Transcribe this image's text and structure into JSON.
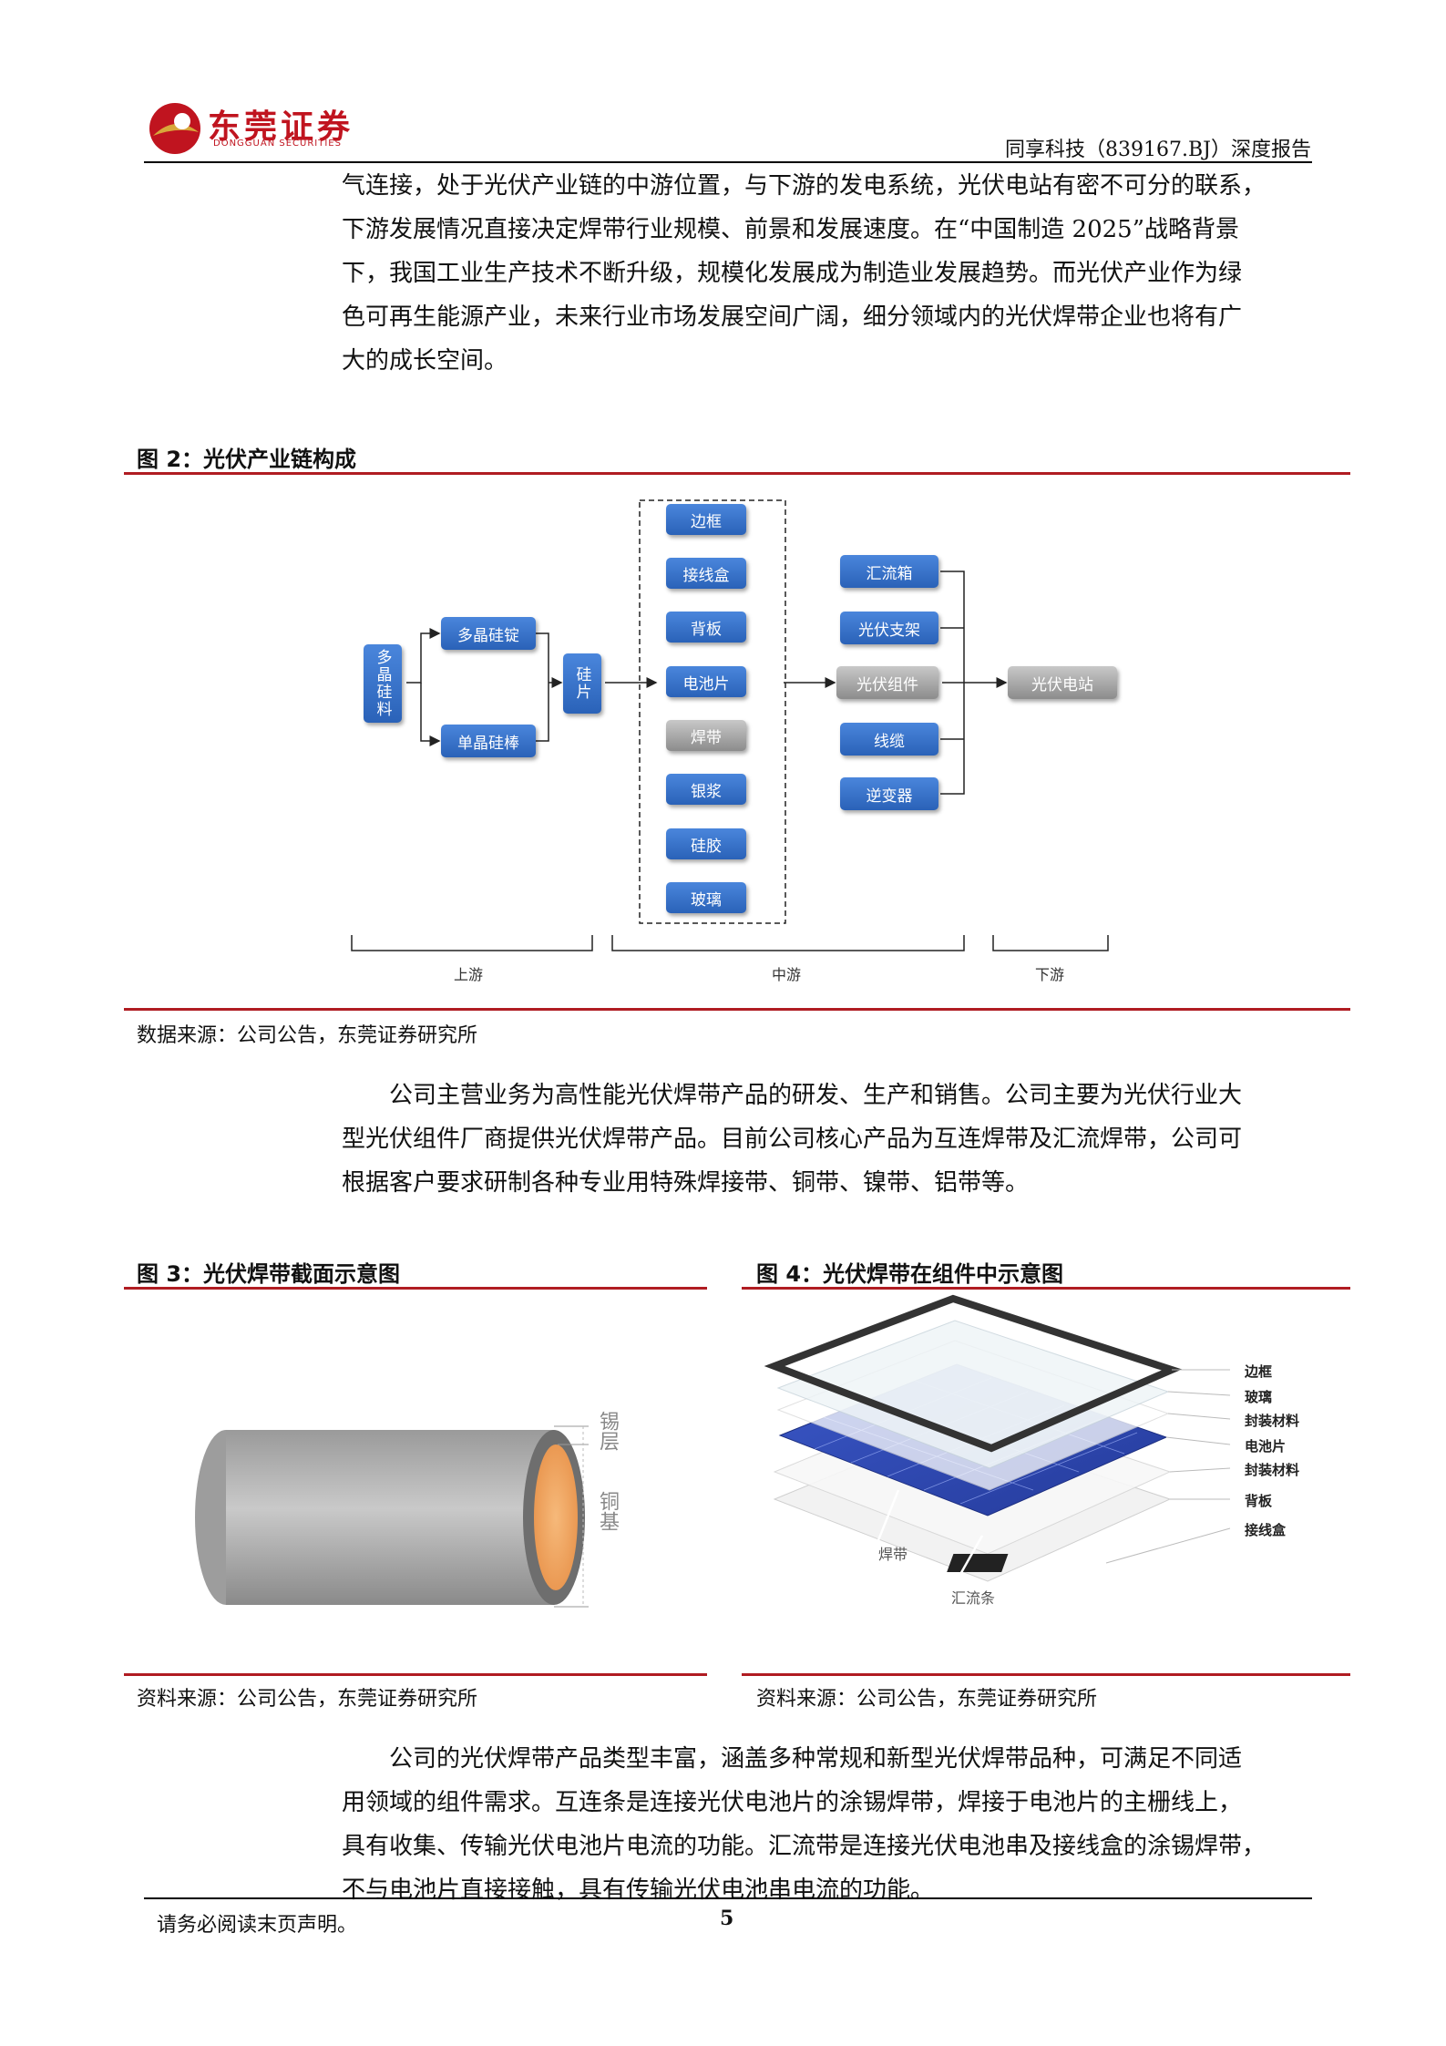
{
  "header": {
    "brand_cn": "东莞证券",
    "brand_en": "DONGGUAN SECURITIES",
    "report_title": "同享科技（839167.BJ）深度报告",
    "brand_color": "#c0141f"
  },
  "para1": [
    "气连接，处于光伏产业链的中游位置，与下游的发电系统，光伏电站有密不可分的联系，",
    "下游发展情况直接决定焊带行业规模、前景和发展速度。在“中国制造 2025”战略背景",
    "下，我国工业生产技术不断升级，规模化发展成为制造业发展趋势。而光伏产业作为绿",
    "色可再生能源产业，未来行业市场发展空间广阔，细分领域内的光伏焊带企业也将有广",
    "大的成长空间。"
  ],
  "fig2": {
    "caption": "图 2：光伏产业链构成",
    "source": "数据来源：公司公告，东莞证券研究所",
    "nodes": {
      "raw": "多晶硅料",
      "poly": "多晶硅锭",
      "mono": "单晶硅棒",
      "wafer": "硅片",
      "frame": "边框",
      "jbox": "接线盒",
      "back": "背板",
      "cell": "电池片",
      "ribbon": "焊带",
      "silver": "银浆",
      "gel": "硅胶",
      "glass": "玻璃",
      "module": "光伏组件",
      "combiner": "汇流箱",
      "bracket": "光伏支架",
      "cable": "线缆",
      "inverter": "逆变器",
      "station": "光伏电站"
    },
    "stages": {
      "up": "上游",
      "mid": "中游",
      "down": "下游"
    }
  },
  "para2": [
    "公司主营业务为高性能光伏焊带产品的研发、生产和销售。公司主要为光伏行业大",
    "型光伏组件厂商提供光伏焊带产品。目前公司核心产品为互连焊带及汇流焊带，公司可",
    "根据客户要求研制各种专业用特殊焊接带、铜带、镍带、铝带等。"
  ],
  "fig3": {
    "caption": "图 3：光伏焊带截面示意图",
    "source": "资料来源：公司公告，东莞证券研究所",
    "label_tin": "锡层",
    "label_copper": "铜基"
  },
  "fig4": {
    "caption": "图 4：光伏焊带在组件中示意图",
    "source": "资料来源：公司公告，东莞证券研究所",
    "layers": [
      "边框",
      "玻璃",
      "封装材料",
      "电池片",
      "封装材料",
      "背板",
      "接线盒"
    ],
    "label_ribbon": "焊带",
    "label_busbar": "汇流条"
  },
  "para3": [
    "公司的光伏焊带产品类型丰富，涵盖多种常规和新型光伏焊带品种，可满足不同适",
    "用领域的组件需求。互连条是连接光伏电池片的涂锡焊带，焊接于电池片的主栅线上，",
    "具有收集、传输光伏电池片电流的功能。汇流带是连接光伏电池串及接线盒的涂锡焊带，",
    "不与电池片直接接触，具有传输光伏电池串电流的功能。"
  ],
  "footer": {
    "note": "请务必阅读末页声明。",
    "page": "5"
  }
}
